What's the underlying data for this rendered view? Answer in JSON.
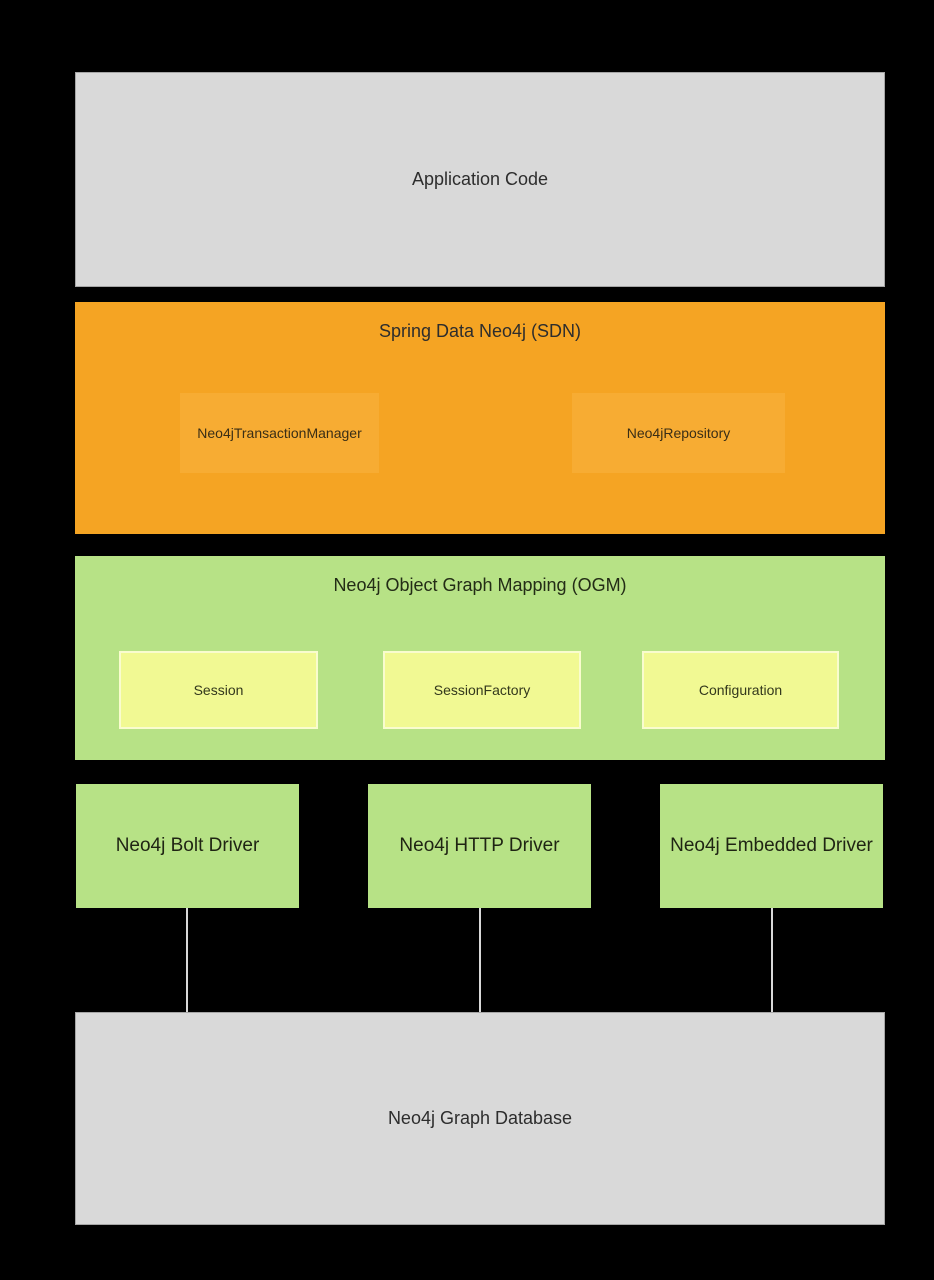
{
  "layers": {
    "application": {
      "label": "Application Code"
    },
    "sdn": {
      "title": "Spring Data Neo4j (SDN)",
      "components": [
        {
          "label": "Neo4jTransactionManager"
        },
        {
          "label": "Neo4jRepository"
        }
      ]
    },
    "ogm": {
      "title": "Neo4j Object Graph Mapping (OGM)",
      "components": [
        {
          "label": "Session"
        },
        {
          "label": "SessionFactory"
        },
        {
          "label": "Configuration"
        }
      ]
    },
    "drivers": [
      {
        "label": "Neo4j Bolt Driver"
      },
      {
        "label": "Neo4j HTTP Driver"
      },
      {
        "label": "Neo4j Embedded Driver"
      }
    ],
    "database": {
      "label": "Neo4j Graph Database"
    }
  },
  "colors": {
    "canvas-bg": "#000000",
    "box-gray": "#d9d9d9",
    "box-gray-border": "#a6a6a6",
    "box-orange": "#f5a423",
    "box-orange-inner": "#f7ac33",
    "box-green": "#b7e286",
    "box-yellow": "#f1f993",
    "connector": "#d9d9d9",
    "text-dark": "#2d2d2d"
  }
}
